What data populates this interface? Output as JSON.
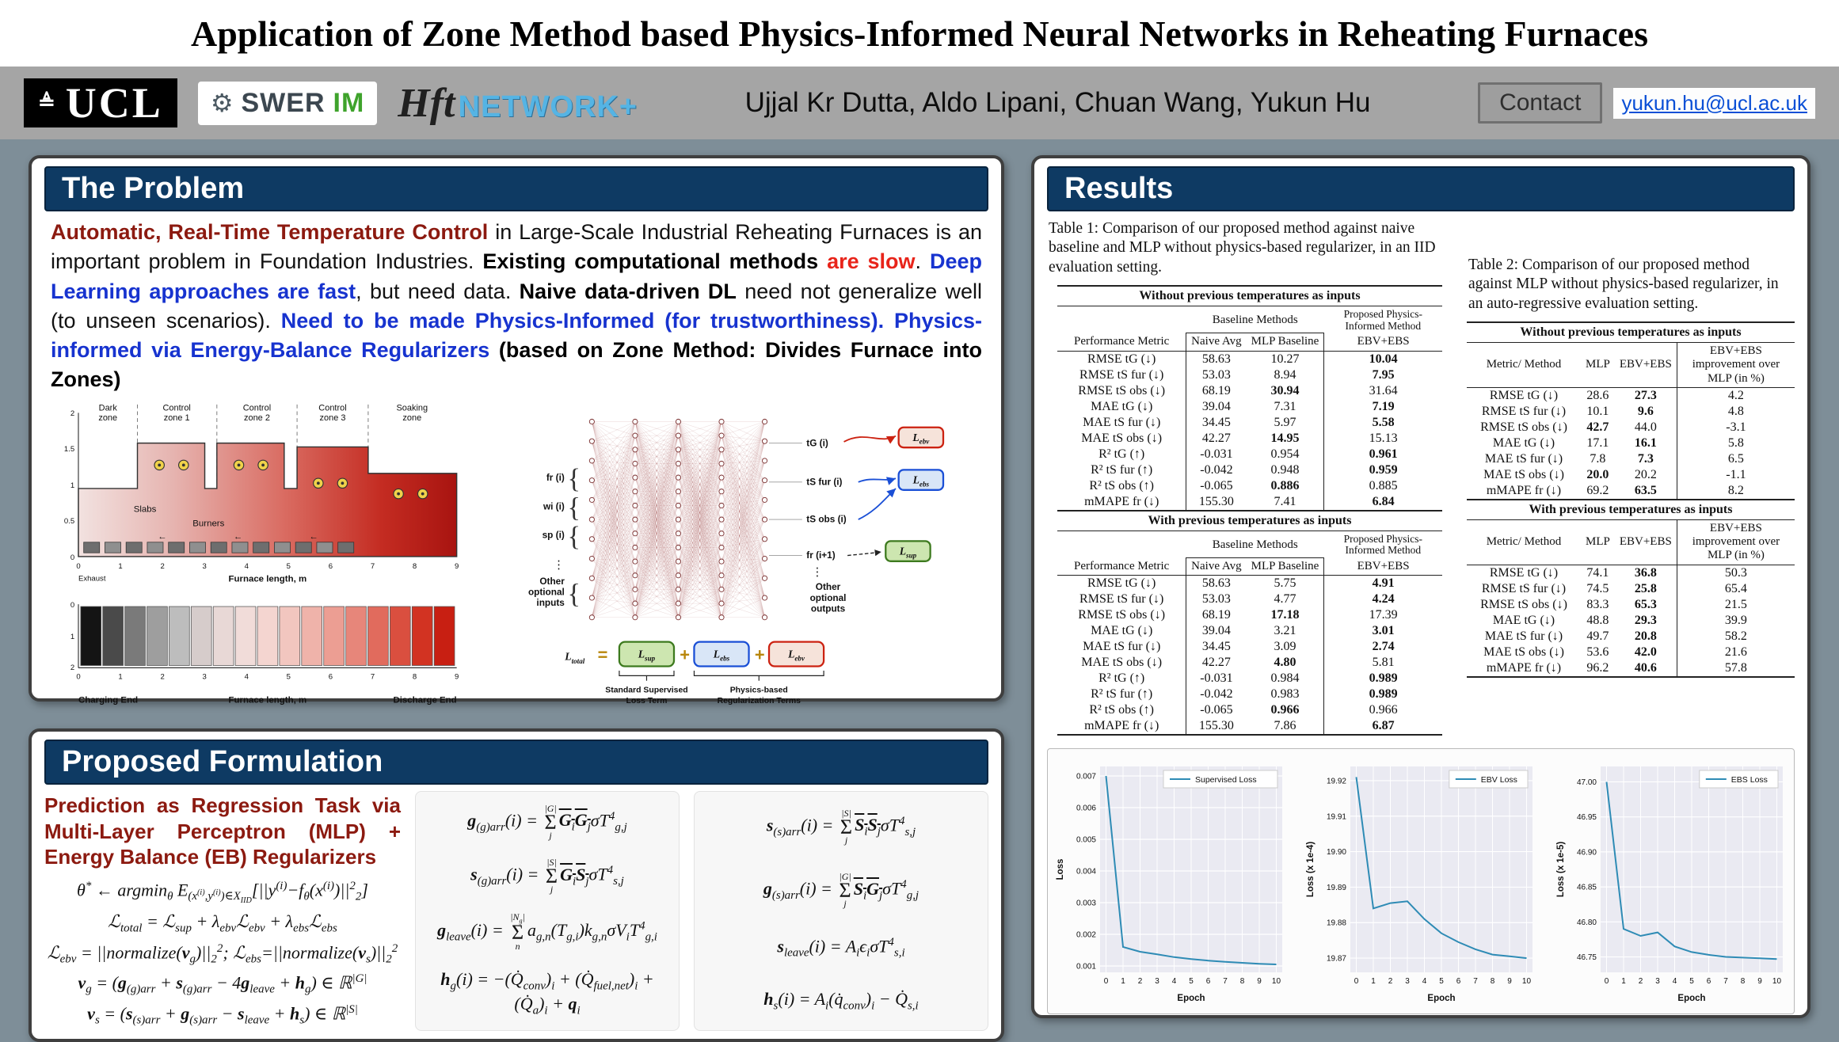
{
  "poster": {
    "title": "Application of Zone Method based Physics-Informed Neural Networks in Reheating Furnaces",
    "authors": "Ujjal Kr Dutta, Aldo Lipani, Chuan Wang, Yukun Hu",
    "contact_label": "Contact",
    "contact_email": "yukun.hu@ucl.ac.uk",
    "logos": {
      "ucl": "UCL",
      "swerim_a": "SWER",
      "swerim_b": "IM",
      "hft_script": "Hft",
      "hft_network": "NETWORK+"
    }
  },
  "problem": {
    "header": "The Problem",
    "body_html": "<span class='hl-darkred'>Automatic, Real-Time Temperature Control</span> in Large-Scale Industrial Reheating Furnaces is an important problem in Foundation Industries. <span class='hl-bold'>Existing computational methods</span> <span class='hl-red'>are slow</span>. <span class='hl-blue'>Deep Learning approaches are fast</span>, but need data. <span class='hl-bold'>Naive data-driven DL</span> need not generalize well (to unseen scenarios). <span class='hl-blue'>Need to be made Physics-Informed (for trustworthiness). Physics-informed via Energy-Balance Regularizers</span> <span class='hl-bold'>(based on Zone Method: Divides Furnace into Zones)</span>",
    "furnace": {
      "zones": [
        {
          "l1": "Dark",
          "l2": "zone"
        },
        {
          "l1": "Control",
          "l2": "zone 1"
        },
        {
          "l1": "Control",
          "l2": "zone 2"
        },
        {
          "l1": "Control",
          "l2": "zone 3"
        },
        {
          "l1": "Soaking",
          "l2": "zone"
        }
      ],
      "slabs_label": "Slabs",
      "burners_label": "Burners",
      "exhaust_label": "Exhaust",
      "xlabel": "Furnace length, m",
      "charging_label": "Charging End",
      "discharge_label": "Discharge End",
      "top_yticks": [
        "0",
        "0.5",
        "1",
        "1.5",
        "2"
      ],
      "strip_yticks": [
        "0",
        "1",
        "2"
      ],
      "xticks": [
        "0",
        "1",
        "2",
        "3",
        "4",
        "5",
        "6",
        "7",
        "8",
        "9"
      ],
      "slab_colors": [
        "#141414",
        "#4a4a4a",
        "#7a7a7a",
        "#9e9e9e",
        "#bdbdbd",
        "#d6cccb",
        "#e8d8d6",
        "#f1dcd9",
        "#f4d5d0",
        "#f2c6bf",
        "#efb3aa",
        "#ec9e93",
        "#e7867a",
        "#e16b5d",
        "#da4f3f",
        "#d23322",
        "#c81f12"
      ]
    },
    "nn": {
      "inputs": [
        "fr (i)",
        "wi (i)",
        "sp (i)"
      ],
      "other_inputs": [
        "Other",
        "optional",
        "inputs"
      ],
      "outputs": [
        "tG (i)",
        "tS fur (i)",
        "tS obs (i)",
        "fr (i+1)"
      ],
      "other_outputs": [
        "Other",
        "optional",
        "outputs"
      ],
      "loss": {
        "total_b": "L",
        "total_s": "total",
        "sup_b": "L",
        "sup_s": "sup",
        "ebs_b": "L",
        "ebs_s": "ebs",
        "ebv_b": "L",
        "ebv_s": "ebv"
      },
      "eq": "=",
      "plus1": "+",
      "plus2": "+",
      "cap_sup": [
        "Standard Supervised",
        "Loss Term"
      ],
      "cap_reg": [
        "Physics-based",
        "Regularization Terms"
      ]
    }
  },
  "formulation": {
    "header": "Proposed Formulation",
    "intro": "Prediction as Regression Task via Multi-Layer Perceptron (MLP) + Energy Balance (EB) Regularizers",
    "col1": [
      "θ<sup>*</sup> ← argmin<sub>θ</sub> E<sub>(x<sup>(i)</sup>,y<sup>(i)</sup>)∈X<sub>IID</sub></sub>[||y<sup>(i)</sup>−f<sub>θ</sub>(x<sup>(i)</sup>)||<sup>2</sup><sub>2</sub>]",
      "ℒ<sub>total</sub> = ℒ<sub>sup</sub> + λ<sub>ebv</sub>ℒ<sub>ebv</sub> + λ<sub>ebs</sub>ℒ<sub>ebs</sub>",
      "ℒ<sub>ebv</sub> = ||normalize(<b>v</b><sub>g</sub>)||<sub>2</sub><sup>2</sup>;  ℒ<sub>ebs</sub>=||normalize(<b>v</b><sub>s</sub>)||<sub>2</sub><sup>2</sup>",
      "<b>v</b><sub>g</sub> = (<b>g</b><sub>(g)arr</sub> + <b>s</b><sub>(g)arr</sub> − 4<b>g</b><sub>leave</sub> + <b>h</b><sub>g</sub>) ∈ ℝ<sup>|G|</sup>",
      "<b>v</b><sub>s</sub> = (<b>s</b><sub>(s)arr</sub> + <b>g</b><sub>(s)arr</sub> − <b>s</b><sub>leave</sub> + <b>h</b><sub>s</sub>) ∈ ℝ<sup>|S|</sup>"
    ],
    "col2": [
      "<b>g</b><sub>(g)arr</sub>(i) = <span class='bsum'><span class='lim'>|G|</span><span class='sig'>Σ</span><span class='lim'>j</span></span><span class='ola'><b>G</b><sub>i</sub><b>G</b><sub>j</sub></span>σT<sup>4</sup><sub>g,j</sub>",
      "<b>s</b><sub>(g)arr</sub>(i) = <span class='bsum'><span class='lim'>|S|</span><span class='sig'>Σ</span><span class='lim'>j</span></span><span class='ola'><b>G</b><sub>i</sub><b>S</b><sub>j</sub></span>σT<sup>4</sup><sub>s,j</sub>",
      "<b>g</b><sub>leave</sub>(i) = <span class='bsum'><span class='lim'>|N<sub>g</sub>|</span><span class='sig'>Σ</span><span class='lim'>n</span></span>a<sub>g,n</sub>(T<sub>g,i</sub>)k<sub>g,n</sub>σV<sub>i</sub>T<sup>4</sup><sub>g,i</sub>",
      "<b>h</b><sub>g</sub>(i) = −(Q̇<sub>conv</sub>)<sub>i</sub> + (Q̇<sub>fuel,net</sub>)<sub>i</sub> + (Q̇<sub>a</sub>)<sub>i</sub> + <b>q</b><sub>i</sub>"
    ],
    "col3": [
      "<b>s</b><sub>(s)arr</sub>(i) = <span class='bsum'><span class='lim'>|S|</span><span class='sig'>Σ</span><span class='lim'>j</span></span><span class='ola'><b>S</b><sub>i</sub><b>S</b><sub>j</sub></span>σT<sup>4</sup><sub>s,j</sub>",
      "<b>g</b><sub>(s)arr</sub>(i) = <span class='bsum'><span class='lim'>|G|</span><span class='sig'>Σ</span><span class='lim'>j</span></span><span class='ola'><b>S</b><sub>i</sub><b>G</b><sub>j</sub></span>σT<sup>4</sup><sub>g,j</sub>",
      "<b>s</b><sub>leave</sub>(i) = A<sub>i</sub>ϵ<sub>i</sub>σT<sup>4</sup><sub>s,i</sub>",
      "<b>h</b><sub>s</sub>(i) = A<sub>i</sub>(q̇<sub>conv</sub>)<sub>i</sub> − Q̇<sub>s,i</sub>"
    ]
  },
  "results": {
    "header": "Results",
    "table1": {
      "caption": "Table 1: Comparison of our proposed method against naive baseline and MLP without physics-based regularizer, in an IID evaluation setting.",
      "ncols": 4,
      "metric_w": 150,
      "last_w": 135,
      "vline_last": true,
      "vline_first": true,
      "group_row": {
        "first": "",
        "label": "Baseline Methods",
        "span": 2,
        "label2": "Proposed Physics-Informed Method"
      },
      "col_headers": [
        "Performance Metric",
        "Naive Avg",
        "MLP Baseline",
        "EBV+EBS"
      ],
      "sections": [
        {
          "title": "Without previous temperatures as inputs",
          "rows": [
            {
              "metric": "RMSE tG (↓)",
              "values": [
                "58.63",
                "10.27",
                "10.04"
              ],
              "bold": 2
            },
            {
              "metric": "RMSE tS fur (↓)",
              "values": [
                "53.03",
                "8.94",
                "7.95"
              ],
              "bold": 2
            },
            {
              "metric": "RMSE tS obs (↓)",
              "values": [
                "68.19",
                "30.94",
                "31.64"
              ],
              "bold": 1
            },
            {
              "metric": "MAE tG (↓)",
              "values": [
                "39.04",
                "7.31",
                "7.19"
              ],
              "bold": 2
            },
            {
              "metric": "MAE tS fur (↓)",
              "values": [
                "34.45",
                "5.97",
                "5.58"
              ],
              "bold": 2
            },
            {
              "metric": "MAE tS obs (↓)",
              "values": [
                "42.27",
                "14.95",
                "15.13"
              ],
              "bold": 1
            },
            {
              "metric": "R² tG (↑)",
              "values": [
                "-0.031",
                "0.954",
                "0.961"
              ],
              "bold": 2
            },
            {
              "metric": "R² tS fur (↑)",
              "values": [
                "-0.042",
                "0.948",
                "0.959"
              ],
              "bold": 2
            },
            {
              "metric": "R² tS obs (↑)",
              "values": [
                "-0.065",
                "0.886",
                "0.885"
              ],
              "bold": 1
            },
            {
              "metric": "mMAPE fr (↓)",
              "values": [
                "155.30",
                "7.41",
                "6.84"
              ],
              "bold": 2
            }
          ]
        },
        {
          "title": "With previous temperatures as inputs",
          "rows": [
            {
              "metric": "RMSE tG (↓)",
              "values": [
                "58.63",
                "5.75",
                "4.91"
              ],
              "bold": 2
            },
            {
              "metric": "RMSE tS fur (↓)",
              "values": [
                "53.03",
                "4.77",
                "4.24"
              ],
              "bold": 2
            },
            {
              "metric": "RMSE tS obs (↓)",
              "values": [
                "68.19",
                "17.18",
                "17.39"
              ],
              "bold": 1
            },
            {
              "metric": "MAE tG (↓)",
              "values": [
                "39.04",
                "3.21",
                "3.01"
              ],
              "bold": 2
            },
            {
              "metric": "MAE tS fur (↓)",
              "values": [
                "34.45",
                "3.09",
                "2.74"
              ],
              "bold": 2
            },
            {
              "metric": "MAE tS obs (↓)",
              "values": [
                "42.27",
                "4.80",
                "5.81"
              ],
              "bold": 1
            },
            {
              "metric": "R² tG (↑)",
              "values": [
                "-0.031",
                "0.984",
                "0.989"
              ],
              "bold": 2
            },
            {
              "metric": "R² tS fur (↑)",
              "values": [
                "-0.042",
                "0.983",
                "0.989"
              ],
              "bold": 2
            },
            {
              "metric": "R² tS obs (↑)",
              "values": [
                "-0.065",
                "0.966",
                "0.966"
              ],
              "bold": 1
            },
            {
              "metric": "mMAPE fr (↓)",
              "values": [
                "155.30",
                "7.86",
                "6.87"
              ],
              "bold": 2
            }
          ]
        }
      ]
    },
    "table2": {
      "caption": "Table 2: Comparison of our proposed method against MLP without physics-based regularizer, in an auto-regressive evaluation setting.",
      "ncols": 4,
      "metric_w": 150,
      "last_w": 150,
      "vline_last": true,
      "vline_first": false,
      "group_row": null,
      "col_headers": [
        "Metric/ Method",
        "MLP",
        "EBV+EBS",
        "EBV+EBS improvement over MLP (in %)"
      ],
      "sections": [
        {
          "title": "Without previous temperatures as inputs",
          "rows": [
            {
              "metric": "RMSE tG (↓)",
              "values": [
                "28.6",
                "27.3",
                "4.2"
              ],
              "bold": 1
            },
            {
              "metric": "RMSE tS fur (↓)",
              "values": [
                "10.1",
                "9.6",
                "4.8"
              ],
              "bold": 1
            },
            {
              "metric": "RMSE tS obs (↓)",
              "values": [
                "42.7",
                "44.0",
                "-3.1"
              ],
              "bold": 0
            },
            {
              "metric": "MAE tG (↓)",
              "values": [
                "17.1",
                "16.1",
                "5.8"
              ],
              "bold": 1
            },
            {
              "metric": "MAE tS fur (↓)",
              "values": [
                "7.8",
                "7.3",
                "6.5"
              ],
              "bold": 1
            },
            {
              "metric": "MAE tS obs (↓)",
              "values": [
                "20.0",
                "20.2",
                "-1.1"
              ],
              "bold": 0
            },
            {
              "metric": "mMAPE fr (↓)",
              "values": [
                "69.2",
                "63.5",
                "8.2"
              ],
              "bold": 1
            }
          ]
        },
        {
          "title": "With previous temperatures as inputs",
          "rows": [
            {
              "metric": "RMSE tG (↓)",
              "values": [
                "74.1",
                "36.8",
                "50.3"
              ],
              "bold": 1
            },
            {
              "metric": "RMSE tS fur (↓)",
              "values": [
                "74.5",
                "25.8",
                "65.4"
              ],
              "bold": 1
            },
            {
              "metric": "RMSE tS obs (↓)",
              "values": [
                "83.3",
                "65.3",
                "21.5"
              ],
              "bold": 1
            },
            {
              "metric": "MAE tG (↓)",
              "values": [
                "48.8",
                "29.3",
                "39.9"
              ],
              "bold": 1
            },
            {
              "metric": "MAE tS fur (↓)",
              "values": [
                "49.7",
                "20.8",
                "58.2"
              ],
              "bold": 1
            },
            {
              "metric": "MAE tS obs (↓)",
              "values": [
                "53.6",
                "42.0",
                "21.6"
              ],
              "bold": 1
            },
            {
              "metric": "mMAPE fr (↓)",
              "values": [
                "96.2",
                "40.6",
                "57.8"
              ],
              "bold": 1
            }
          ]
        }
      ]
    }
  },
  "chart_data": [
    {
      "type": "line",
      "legend": "Supervised Loss",
      "xlabel": "Epoch",
      "ylabel": "Loss",
      "color": "#2e8bb5",
      "x": [
        0,
        1,
        2,
        3,
        4,
        5,
        6,
        7,
        8,
        9,
        10
      ],
      "y": [
        0.007,
        0.0016,
        0.00145,
        0.00137,
        0.00128,
        0.00122,
        0.00117,
        0.00113,
        0.0011,
        0.00107,
        0.00105
      ],
      "xlim": [
        -0.35,
        10.35
      ],
      "ylim": [
        0.0008,
        0.0073
      ],
      "xticks": [
        0,
        1,
        2,
        3,
        4,
        5,
        6,
        7,
        8,
        9,
        10
      ],
      "yticks": [
        0.001,
        0.002,
        0.003,
        0.004,
        0.005,
        0.006,
        0.007
      ],
      "ydp": 3
    },
    {
      "type": "line",
      "legend": "EBV Loss",
      "xlabel": "Epoch",
      "ylabel": "Loss (x 1e-4)",
      "color": "#2e8bb5",
      "x": [
        0,
        1,
        2,
        3,
        4,
        5,
        6,
        7,
        8,
        9,
        10
      ],
      "y": [
        19.921,
        19.884,
        19.8855,
        19.886,
        19.881,
        19.877,
        19.8745,
        19.8725,
        19.871,
        19.8705,
        19.87
      ],
      "xlim": [
        -0.35,
        10.35
      ],
      "ylim": [
        19.866,
        19.924
      ],
      "xticks": [
        0,
        1,
        2,
        3,
        4,
        5,
        6,
        7,
        8,
        9,
        10
      ],
      "yticks": [
        19.87,
        19.88,
        19.89,
        19.9,
        19.91,
        19.92
      ],
      "ydp": 2
    },
    {
      "type": "line",
      "legend": "EBS Loss",
      "xlabel": "Epoch",
      "ylabel": "Loss (x 1e-5)",
      "color": "#2e8bb5",
      "x": [
        0,
        1,
        2,
        3,
        4,
        5,
        6,
        7,
        8,
        9,
        10
      ],
      "y": [
        47.0,
        46.79,
        46.78,
        46.785,
        46.765,
        46.757,
        46.753,
        46.75,
        46.749,
        46.748,
        46.747
      ],
      "xlim": [
        -0.35,
        10.35
      ],
      "ylim": [
        46.728,
        47.022
      ],
      "xticks": [
        0,
        1,
        2,
        3,
        4,
        5,
        6,
        7,
        8,
        9,
        10
      ],
      "yticks": [
        46.75,
        46.8,
        46.85,
        46.9,
        46.95,
        47.0
      ],
      "ydp": 2
    }
  ]
}
